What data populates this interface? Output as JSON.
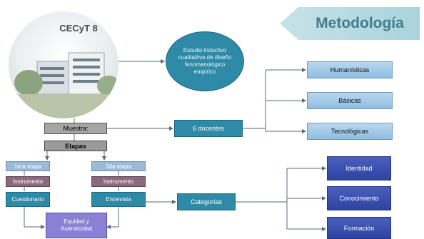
{
  "title": "Metodología",
  "school": "CECyT 8",
  "study": "Estudio inductivo cualitatitvo de diseño fenomenológico empírico",
  "sample_label": "Muestra:",
  "sample_value": "6 docentes",
  "teacher_types": [
    "Humanísticas",
    "Básicas",
    "Tecnológicas"
  ],
  "stages_label": "Etapas",
  "stage1": {
    "label": "1era etapa",
    "instrument_label": "Instrumento",
    "instrument": "Cuestionario"
  },
  "stage2": {
    "label": "2da etapa",
    "instrument_label": "Instrumento",
    "instrument": "Entrevista"
  },
  "result": "Equidad y Autenticidad",
  "categories_label": "Categorías",
  "categories": [
    "Identidad",
    "Conocimiento",
    "Formación"
  ],
  "colors": {
    "teal": "#2e8aa6",
    "title": "#3f7f8c",
    "deep_blue": "#3a50b0",
    "violet": "#8b80d3"
  }
}
